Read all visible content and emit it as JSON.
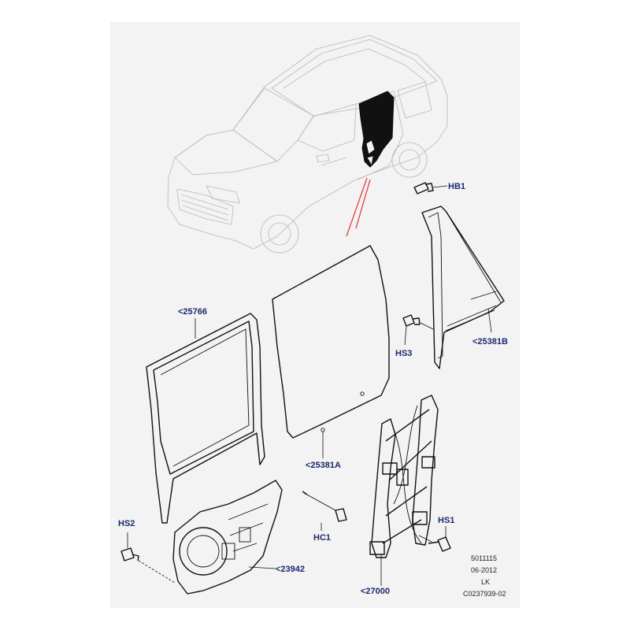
{
  "callouts": {
    "hb1": "HB1",
    "p25381b": "<25381B",
    "hs3": "HS3",
    "p25766": "<25766",
    "p25381a": "<25381A",
    "hs2": "HS2",
    "hc1": "HC1",
    "hs1": "HS1",
    "p23942": "<23942",
    "p27000": "<27000"
  },
  "footer": {
    "line1": "5011115",
    "line2": "06-2012",
    "line3": "LK",
    "line4": "C0237939-02"
  },
  "colors": {
    "background": "#f3f3f3",
    "label": "#1a2a6e",
    "highlight_leader": "#e53030",
    "vehicle_outline": "#c6c6c6"
  }
}
